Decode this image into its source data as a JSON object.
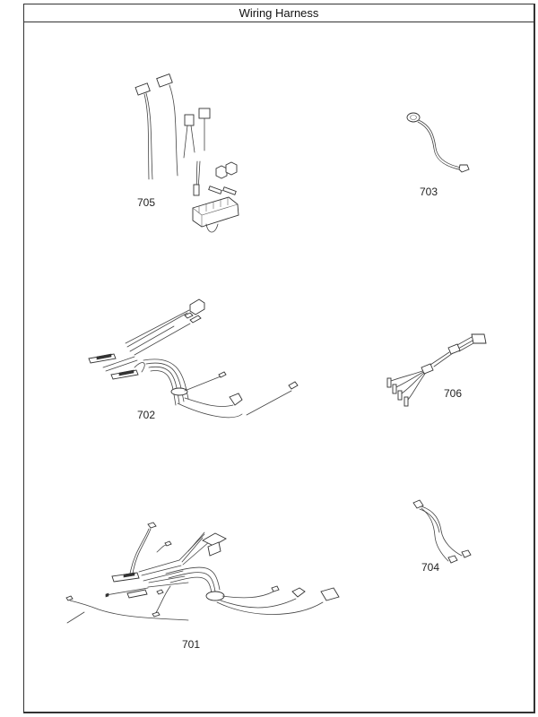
{
  "header": {
    "title": "Wiring Harness"
  },
  "parts": [
    {
      "id": "705",
      "label": "705"
    },
    {
      "id": "703",
      "label": "703"
    },
    {
      "id": "702",
      "label": "702"
    },
    {
      "id": "706",
      "label": "706"
    },
    {
      "id": "701",
      "label": "701"
    },
    {
      "id": "704",
      "label": "704"
    }
  ],
  "colors": {
    "line": "#333333",
    "background": "#ffffff"
  }
}
